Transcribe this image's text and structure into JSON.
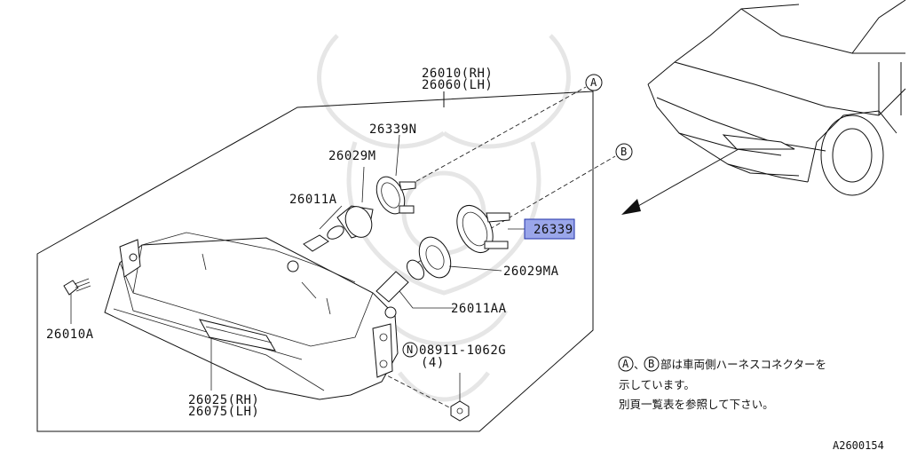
{
  "labels": {
    "assembly_rh": "26010(RH)",
    "assembly_lh": "26060(LH)",
    "socket_n": "26339N",
    "holder_m": "26029M",
    "bulb_a": "26011A",
    "socket_highlight": "26339",
    "holder_ma": "26029MA",
    "bulb_aa": "26011AA",
    "screw": "26010A",
    "lens_rh": "26025(RH)",
    "lens_lh": "26075(LH)",
    "nut_code": "08911-1062G",
    "nut_qty": "(4)",
    "marker_n": "N",
    "connector_a": "A",
    "connector_b": "B"
  },
  "note": {
    "line1_sep": "、",
    "line1_rest": "部は車両側ハーネスコネクターを",
    "line2": "示しています。",
    "line3": "別頁一覧表を参照して下さい。"
  },
  "diagram_ref": "A2600154",
  "colors": {
    "highlight": "#9aa6ea",
    "line": "#111111"
  }
}
